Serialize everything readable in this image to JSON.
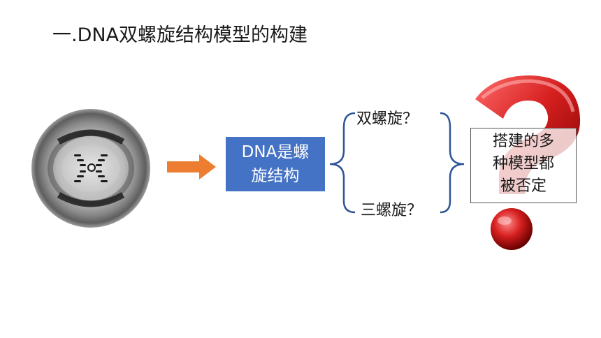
{
  "slide": {
    "title": "一.DNA双螺旋结构模型的构建",
    "center_box": {
      "line1": "DNA是螺",
      "line2": "旋结构"
    },
    "options": {
      "top": "双螺旋？",
      "bottom": "三螺旋？"
    },
    "note": {
      "line1": "搭建的多",
      "line2": "种模型都",
      "line3": "被否定"
    }
  },
  "colors": {
    "box_blue": "#4472c4",
    "arrow_orange": "#ed7d31",
    "bracket_blue": "#2f5597",
    "qmark_red": "#d61f1f"
  },
  "icons": {
    "photo": "x-ray-diffraction-photo",
    "arrow": "right-arrow-icon",
    "qmark": "question-mark-icon"
  }
}
